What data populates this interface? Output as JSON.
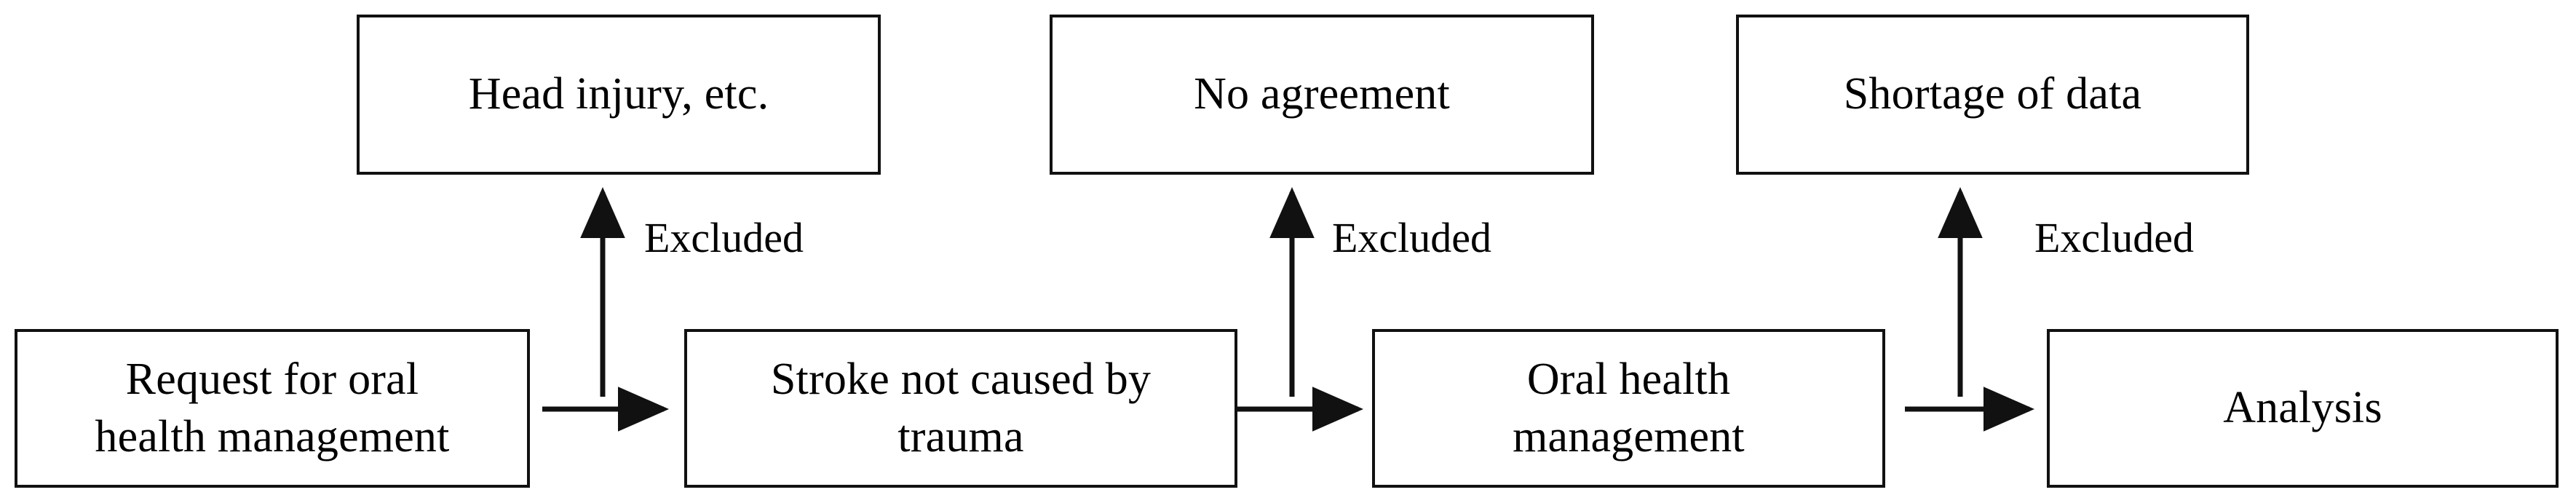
{
  "diagram": {
    "type": "flowchart",
    "orientation": "left-to-right",
    "background_color": "#ffffff",
    "line_color": "#111111",
    "text_color": "#000000",
    "nodes": [
      {
        "id": "request",
        "label": "Request for oral\nhealth management",
        "row": "main",
        "order": 1
      },
      {
        "id": "stroke",
        "label": "Stroke not caused by\ntrauma",
        "row": "main",
        "order": 2
      },
      {
        "id": "oral_health",
        "label": "Oral health\nmanagement",
        "row": "main",
        "order": 3
      },
      {
        "id": "analysis",
        "label": "Analysis",
        "row": "main",
        "order": 4
      },
      {
        "id": "head_injury",
        "label": "Head injury, etc.",
        "row": "excluded",
        "order": 1
      },
      {
        "id": "no_agreement",
        "label": "No agreement",
        "row": "excluded",
        "order": 2
      },
      {
        "id": "shortage_data",
        "label": "Shortage of data",
        "row": "excluded",
        "order": 3
      }
    ],
    "edges": [
      {
        "from": "request",
        "to": "stroke",
        "label": "",
        "direction": "right"
      },
      {
        "from": "stroke",
        "to": "oral_health",
        "label": "",
        "direction": "right"
      },
      {
        "from": "oral_health",
        "to": "analysis",
        "label": "",
        "direction": "right"
      },
      {
        "from": "request",
        "to": "head_injury",
        "label": "Excluded",
        "direction": "up"
      },
      {
        "from": "stroke",
        "to": "no_agreement",
        "label": "Excluded",
        "direction": "up"
      },
      {
        "from": "oral_health",
        "to": "shortage_data",
        "label": "Excluded",
        "direction": "up"
      }
    ],
    "edge_labels": {
      "excluded_1": "Excluded",
      "excluded_2": "Excluded",
      "excluded_3": "Excluded"
    }
  }
}
